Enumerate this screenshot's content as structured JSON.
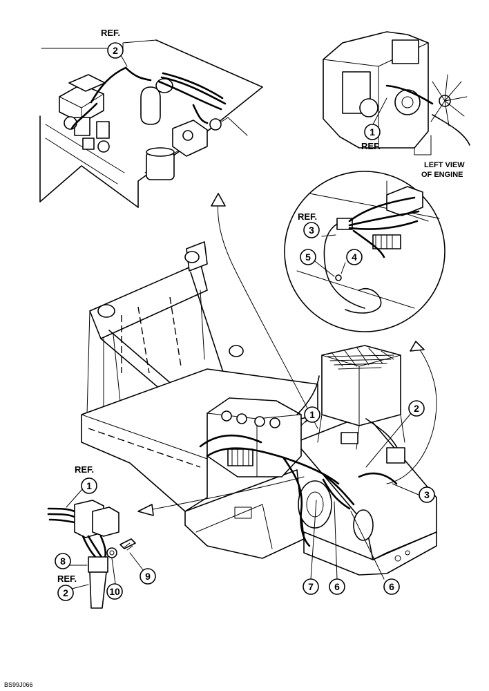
{
  "ref_label": "REF.",
  "left_view_caption": [
    "LEFT VIEW",
    "OF ENGINE"
  ],
  "drawing_code": "BS99J066",
  "callouts": [
    "1",
    "2",
    "3",
    "4",
    "5",
    "6",
    "7",
    "8",
    "9",
    "10"
  ]
}
